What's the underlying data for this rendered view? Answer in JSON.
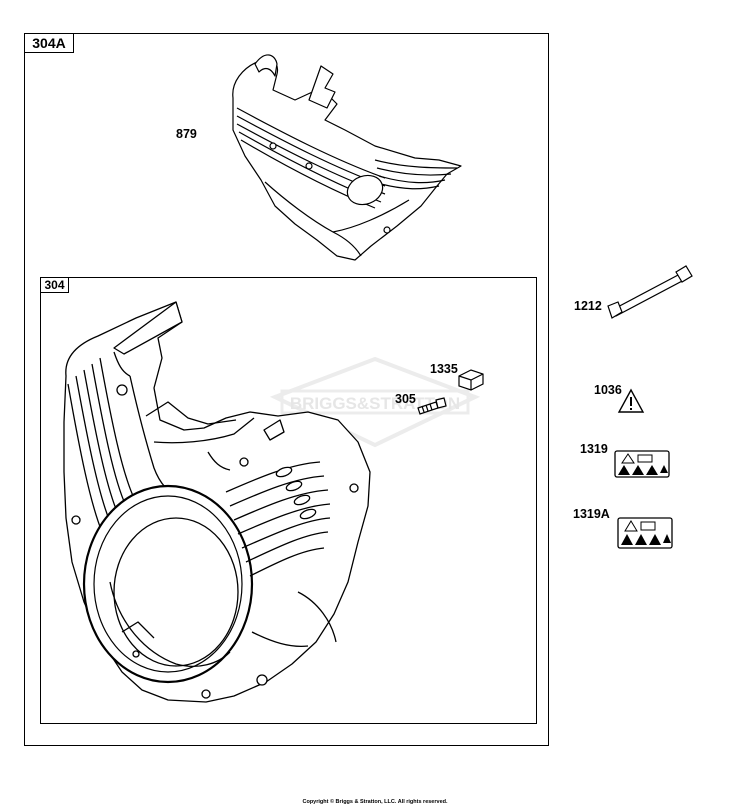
{
  "assembly_labels": {
    "outer": "304A",
    "inner": "304"
  },
  "callouts": {
    "p879": "879",
    "p1212": "1212",
    "p1335": "1335",
    "p305": "305",
    "p1036": "1036",
    "p1319": "1319",
    "p1319a": "1319A"
  },
  "watermark": "BRIGGS&STRATTON",
  "footer": "Copyright © Briggs & Stratton, LLC. All rights reserved."
}
